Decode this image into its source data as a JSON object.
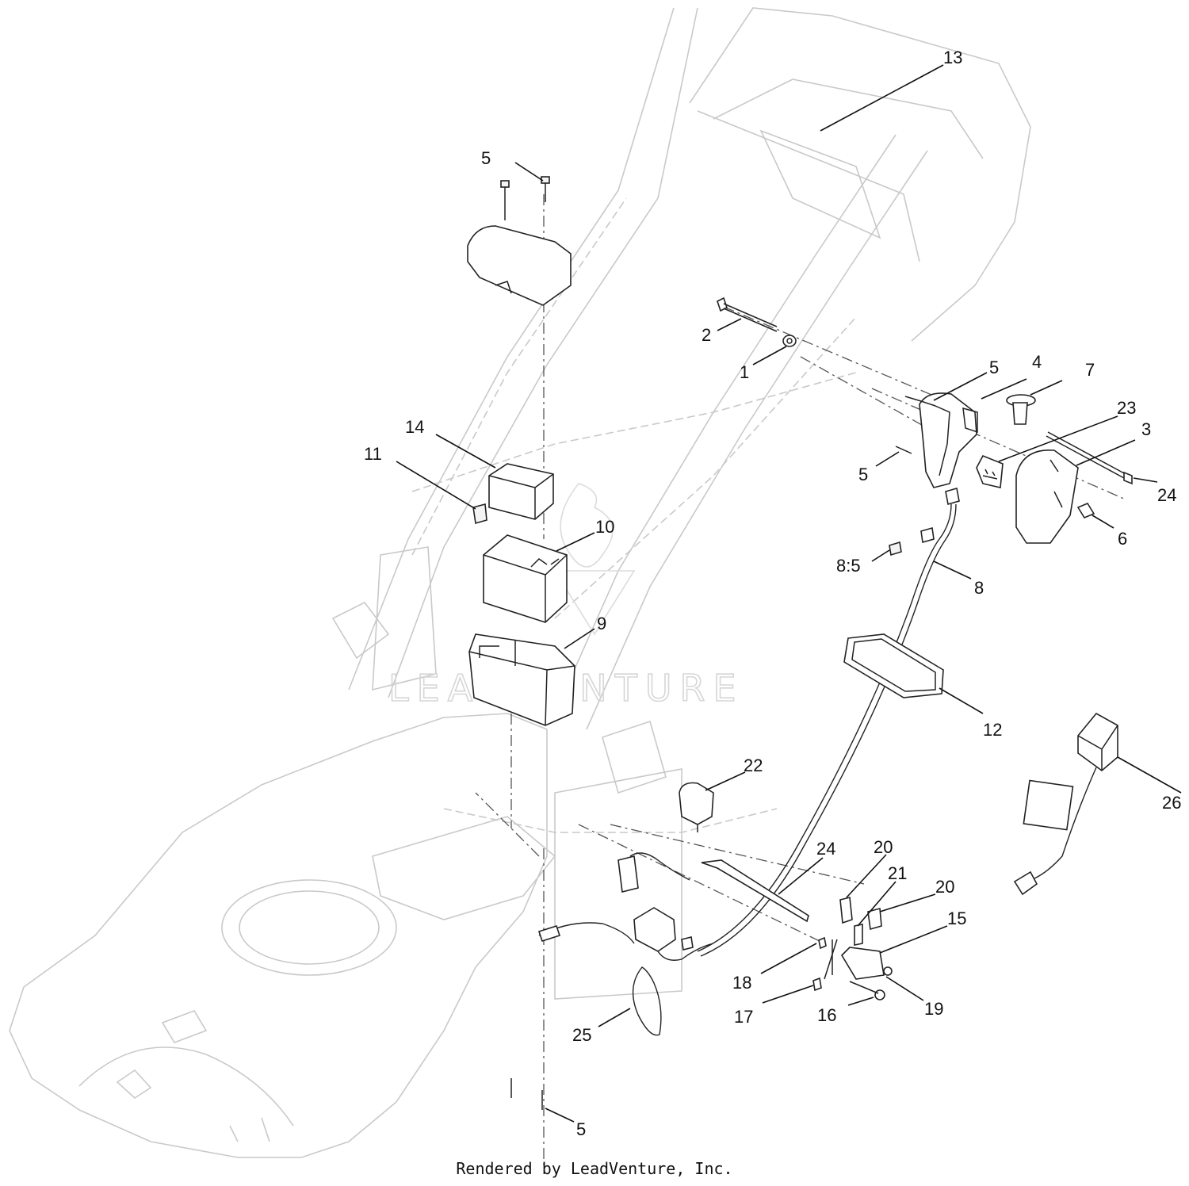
{
  "diagram": {
    "callouts": [
      {
        "id": "c13",
        "label": "13"
      },
      {
        "id": "c5a",
        "label": "5"
      },
      {
        "id": "c2",
        "label": "2"
      },
      {
        "id": "c1",
        "label": "1"
      },
      {
        "id": "c5b",
        "label": "5"
      },
      {
        "id": "c4",
        "label": "4"
      },
      {
        "id": "c7",
        "label": "7"
      },
      {
        "id": "c23",
        "label": "23"
      },
      {
        "id": "c3",
        "label": "3"
      },
      {
        "id": "c5c",
        "label": "5"
      },
      {
        "id": "c24a",
        "label": "24"
      },
      {
        "id": "c6",
        "label": "6"
      },
      {
        "id": "c14",
        "label": "14"
      },
      {
        "id": "c11",
        "label": "11"
      },
      {
        "id": "c10",
        "label": "10"
      },
      {
        "id": "c85",
        "label": "8:5"
      },
      {
        "id": "c8",
        "label": "8"
      },
      {
        "id": "c9",
        "label": "9"
      },
      {
        "id": "c12",
        "label": "12"
      },
      {
        "id": "c22",
        "label": "22"
      },
      {
        "id": "c26",
        "label": "26"
      },
      {
        "id": "c24b",
        "label": "24"
      },
      {
        "id": "c20a",
        "label": "20"
      },
      {
        "id": "c21",
        "label": "21"
      },
      {
        "id": "c20b",
        "label": "20"
      },
      {
        "id": "c15",
        "label": "15"
      },
      {
        "id": "c18",
        "label": "18"
      },
      {
        "id": "c19",
        "label": "19"
      },
      {
        "id": "c17",
        "label": "17"
      },
      {
        "id": "c16",
        "label": "16"
      },
      {
        "id": "c25",
        "label": "25"
      },
      {
        "id": "c5d",
        "label": "5"
      }
    ],
    "watermark": "LEADVENTURE"
  },
  "footer": {
    "text": "Rendered by LeadVenture, Inc."
  }
}
